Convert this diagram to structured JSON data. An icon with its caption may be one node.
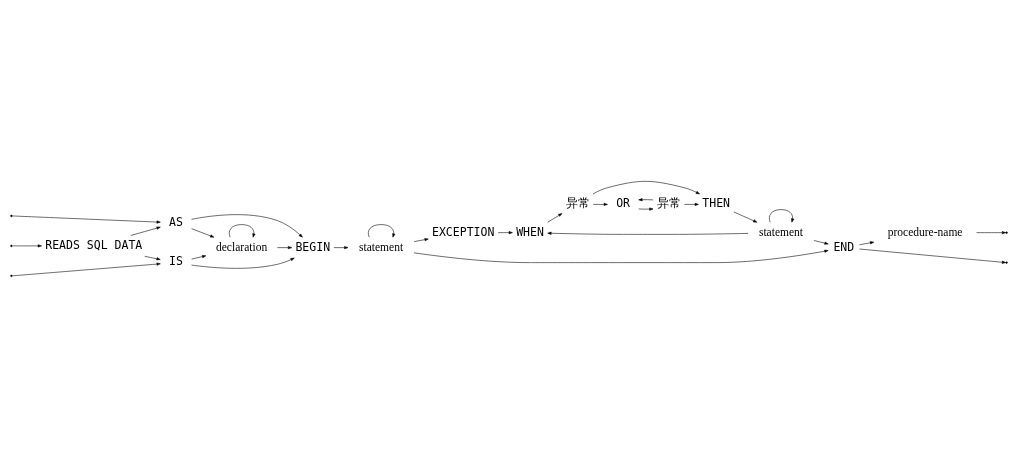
{
  "diagram": {
    "nodes": [
      {
        "text": [
          "READS SQL DATA"
        ]
      },
      {
        "text": [
          "IS"
        ]
      },
      {
        "text": [
          "AS"
        ]
      },
      {
        "text": [
          "declaration"
        ]
      },
      {
        "text": [
          "BEGIN"
        ]
      },
      {
        "text": [
          "statement"
        ]
      },
      {
        "text": [
          "EXCEPTION"
        ]
      },
      {
        "text": [
          "WHEN"
        ]
      },
      {
        "text": [
          "异常"
        ]
      },
      {
        "text": [
          "OR"
        ]
      },
      {
        "text": [
          "异常"
        ]
      },
      {
        "text": [
          "THEN"
        ]
      },
      {
        "text": [
          "statement"
        ]
      },
      {
        "text": [
          "END"
        ]
      },
      {
        "text": [
          "procedure-name"
        ]
      }
    ],
    "edges": [
      {
        "from": null,
        "to": 0,
        "arrow": "to"
      },
      {
        "from": null,
        "to": 1,
        "arrow": "to"
      },
      {
        "from": null,
        "to": 2,
        "arrow": "to"
      },
      {
        "from": 0,
        "to": 1,
        "arrow": "to"
      },
      {
        "from": 0,
        "to": 2,
        "arrow": "to"
      },
      {
        "from": 1,
        "to": 3,
        "arrow": "to"
      },
      {
        "from": 2,
        "to": 3,
        "arrow": "to"
      },
      {
        "from": 1,
        "to": 4,
        "arrow": "to"
      },
      {
        "from": 2,
        "to": 4,
        "arrow": "to"
      },
      {
        "from": 3,
        "to": 3,
        "arrow": "to"
      },
      {
        "from": 3,
        "to": 4,
        "arrow": "to"
      },
      {
        "from": 4,
        "to": 5,
        "arrow": "to"
      },
      {
        "from": 5,
        "to": 5,
        "arrow": "to"
      },
      {
        "from": 5,
        "to": 6,
        "arrow": "to"
      },
      {
        "from": 5,
        "to": 13,
        "arrow": "to"
      },
      {
        "from": 6,
        "to": 7,
        "arrow": "to"
      },
      {
        "from": 7,
        "to": 8,
        "arrow": "to"
      },
      {
        "from": 8,
        "to": 9,
        "arrow": "to"
      },
      {
        "from": 8,
        "to": 11,
        "arrow": "to"
      },
      {
        "from": 9,
        "to": 10,
        "arrow": "to"
      },
      {
        "from": 10,
        "to": 9,
        "arrow": "to"
      },
      {
        "from": 10,
        "to": 11,
        "arrow": "to"
      },
      {
        "from": 11,
        "to": 12,
        "arrow": "to"
      },
      {
        "from": 12,
        "to": 12,
        "arrow": "to"
      },
      {
        "from": 12,
        "to": 7,
        "arrow": "to"
      },
      {
        "from": 12,
        "to": 13,
        "arrow": "to"
      },
      {
        "from": 13,
        "to": 14,
        "arrow": "to"
      },
      {
        "from": 13,
        "to": null,
        "arrow": "to"
      },
      {
        "from": 14,
        "to": null,
        "arrow": "to"
      }
    ]
  }
}
